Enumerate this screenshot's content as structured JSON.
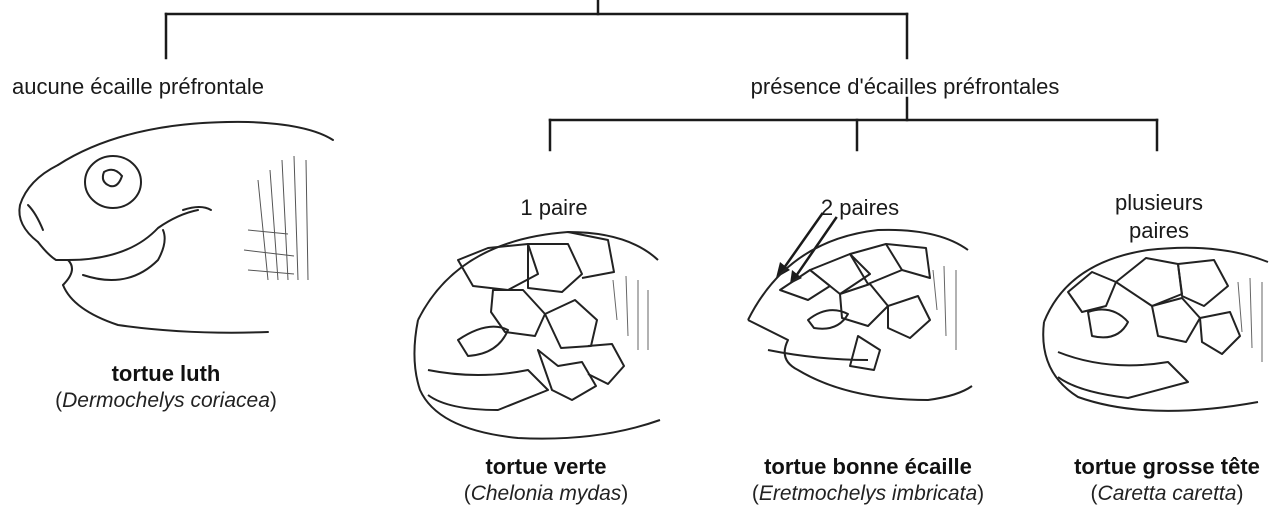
{
  "branches": {
    "none": "aucune écaille préfrontale",
    "present": "présence d'écailles préfrontales",
    "one_pair": "1 paire",
    "two_pairs": "2 paires",
    "several_line1": "plusieurs",
    "several_line2": "paires"
  },
  "species": [
    {
      "common": "tortue luth",
      "sci_open": "(",
      "sci": "Dermochelys coriacea",
      "sci_close": ")"
    },
    {
      "common": "tortue verte",
      "sci_open": "(",
      "sci": "Chelonia mydas",
      "sci_close": ")"
    },
    {
      "common": "tortue bonne écaille",
      "sci_open": "(",
      "sci": "Eretmochelys imbricata",
      "sci_close": ")"
    },
    {
      "common": "tortue grosse tête",
      "sci_open": "(",
      "sci": "Caretta caretta",
      "sci_close": ")"
    }
  ]
}
